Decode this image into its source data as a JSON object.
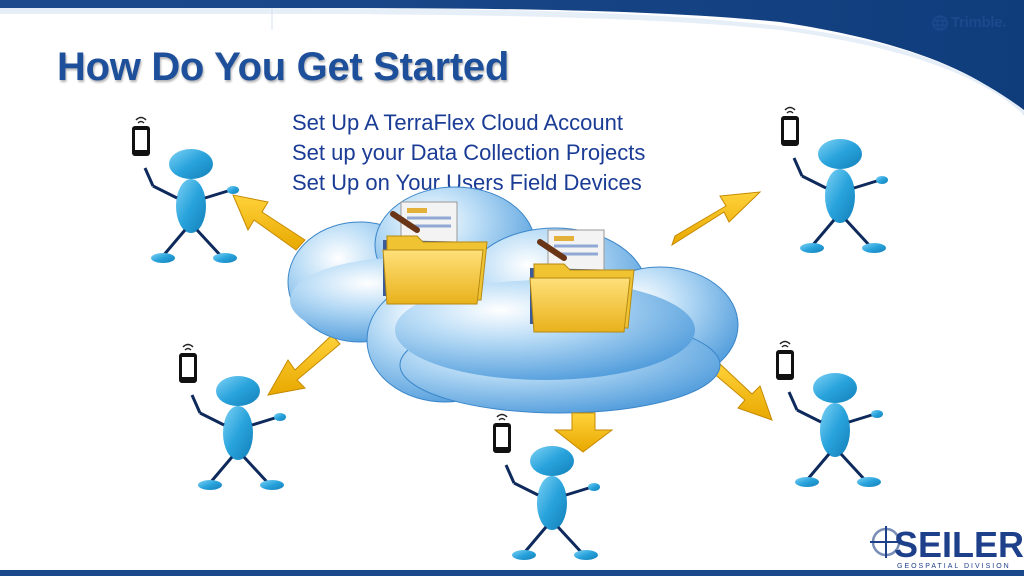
{
  "slide": {
    "title": "How Do You Get Started",
    "steps": [
      "Set Up A TerraFlex Cloud Account",
      "Set up your Data Collection Projects",
      "Set Up on Your Users Field Devices"
    ]
  },
  "logos": {
    "trimble": "Trimble.",
    "seiler": "SEILER",
    "seiler_sub": "GEOSPATIAL DIVISION"
  },
  "colors": {
    "title": "#1d4f9a",
    "text": "#1a3c95",
    "band": "#1b4a8c",
    "cloud": "#4d9fe0",
    "arrow": "#f2b705",
    "figure": "#29a3dc",
    "folder": "#f5c431"
  },
  "icons": {
    "cloud": "cloud-icon",
    "folder": "folder-icon",
    "phone": "smartphone-icon",
    "person": "person-figure-icon",
    "arrow": "arrow-icon"
  }
}
